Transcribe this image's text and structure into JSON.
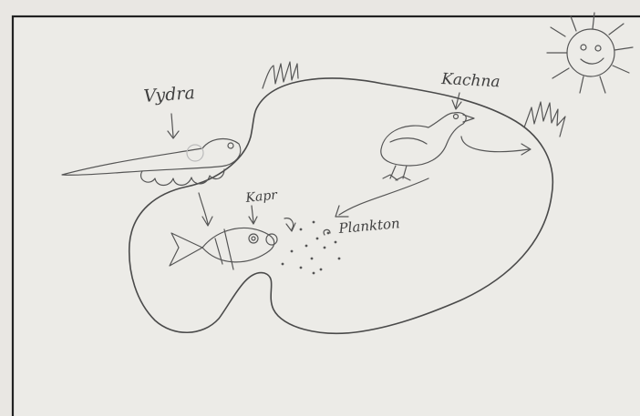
{
  "labels": {
    "otter": "Vydra",
    "duck": "Kachna",
    "carp": "Kapr",
    "plankton": "Plankton"
  },
  "colors": {
    "paper": "#e9e7e3",
    "pencil": "#4a4a4a"
  },
  "icons": [
    "otter-icon",
    "duck-icon",
    "carp-icon",
    "sun-icon",
    "grass-tuft-icon"
  ]
}
